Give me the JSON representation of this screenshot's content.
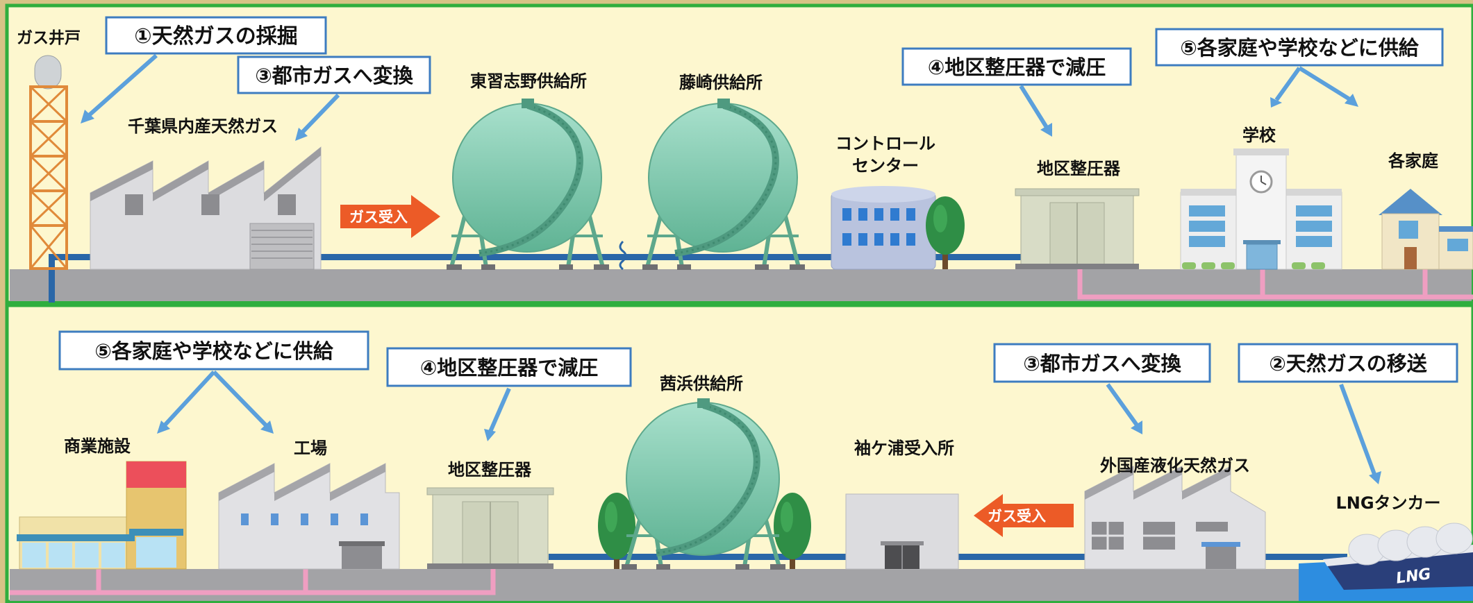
{
  "top_panel": {
    "callouts": {
      "step1": "①天然ガスの採掘",
      "step3": "③都市ガスへ変換",
      "step4": "④地区整圧器で減圧",
      "step5": "⑤各家庭や学校などに供給"
    },
    "labels": {
      "gas_well": "ガス井戸",
      "chiba_gas": "千葉県内産天然ガス",
      "higashi_narashino": "東習志野供給所",
      "fujisaki": "藤崎供給所",
      "control_center_line1": "コントロール",
      "control_center_line2": "センター",
      "regulator": "地区整圧器",
      "school": "学校",
      "homes": "各家庭"
    },
    "arrow_text": "ガス受入"
  },
  "bottom_panel": {
    "callouts": {
      "step5": "⑤各家庭や学校などに供給",
      "step4": "④地区整圧器で減圧",
      "step3": "③都市ガスへ変換",
      "step2": "②天然ガスの移送"
    },
    "labels": {
      "commercial": "商業施設",
      "factory": "工場",
      "regulator": "地区整圧器",
      "akanehama": "茜浜供給所",
      "sodegaura": "袖ケ浦受入所",
      "foreign_lng": "外国産液化天然ガス",
      "lng_tanker": "LNGタンカー"
    },
    "arrow_text": "ガス受入",
    "ship_text": "LNG"
  },
  "colors": {
    "panel_bg": "#fdf7cf",
    "border": "#2fae3e",
    "ground": "#a3a3a6",
    "pipe_blue": "#2a67a8",
    "pipe_pink": "#ef9ec1",
    "arrow_blue": "#5ba0dc",
    "tank": "#79c3a8",
    "orange_arrow": "#ec5b27",
    "sea": "#2d8de0"
  }
}
